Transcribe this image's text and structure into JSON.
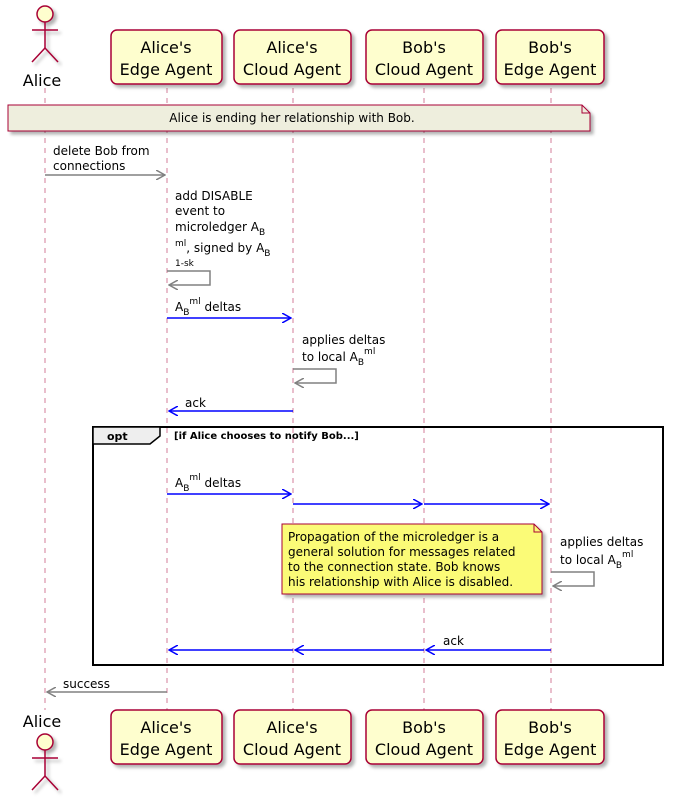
{
  "participants": {
    "alice": "Alice",
    "alice_edge": [
      "Alice's",
      "Edge Agent"
    ],
    "alice_cloud": [
      "Alice's",
      "Cloud Agent"
    ],
    "bob_cloud": [
      "Bob's",
      "Cloud Agent"
    ],
    "bob_edge": [
      "Bob's",
      "Edge Agent"
    ]
  },
  "header_note": "Alice is ending her relationship with Bob.",
  "messages": {
    "m1_line1": "delete Bob from",
    "m1_line2": "connections",
    "m2_line1": "add DISABLE",
    "m2_line2": "event to",
    "m2_line3": "microledger A",
    "m2_line3_sub": "B",
    "m2_line4_sup": "ml",
    "m2_line4": ", signed by A",
    "m2_line4_sub": "B",
    "m2_line5": "1-sk",
    "m3_a": "A",
    "m3_sub": "B",
    "m3_sup": "ml",
    "m3_rest": " deltas",
    "m4_line1": "applies deltas",
    "m4_line2": "to local A",
    "m4_sub": "B",
    "m4_sup": "ml",
    "m5": "ack",
    "m6_a": "A",
    "m6_sub": "B",
    "m6_sup": "ml",
    "m6_rest": " deltas",
    "m7_line1": "applies deltas",
    "m7_line2": "to local A",
    "m7_sub": "B",
    "m7_sup": "ml",
    "m8": "ack",
    "m9": "success"
  },
  "opt_fragment": {
    "keyword": "opt",
    "guard": "[if Alice chooses to notify Bob...]"
  },
  "yellow_note": [
    "Propagation of the microledger is a",
    "general solution for messages related",
    "to the connection state. Bob knows",
    "his relationship with Alice is disabled."
  ],
  "colors": {
    "participant_fill": "#FEFECE",
    "note_fill_header": "#EEEEDD",
    "note_fill_yellow": "#FBFB77",
    "arrow_gray": "#808080",
    "arrow_blue": "#0000FF",
    "note_border": "#A80036"
  }
}
